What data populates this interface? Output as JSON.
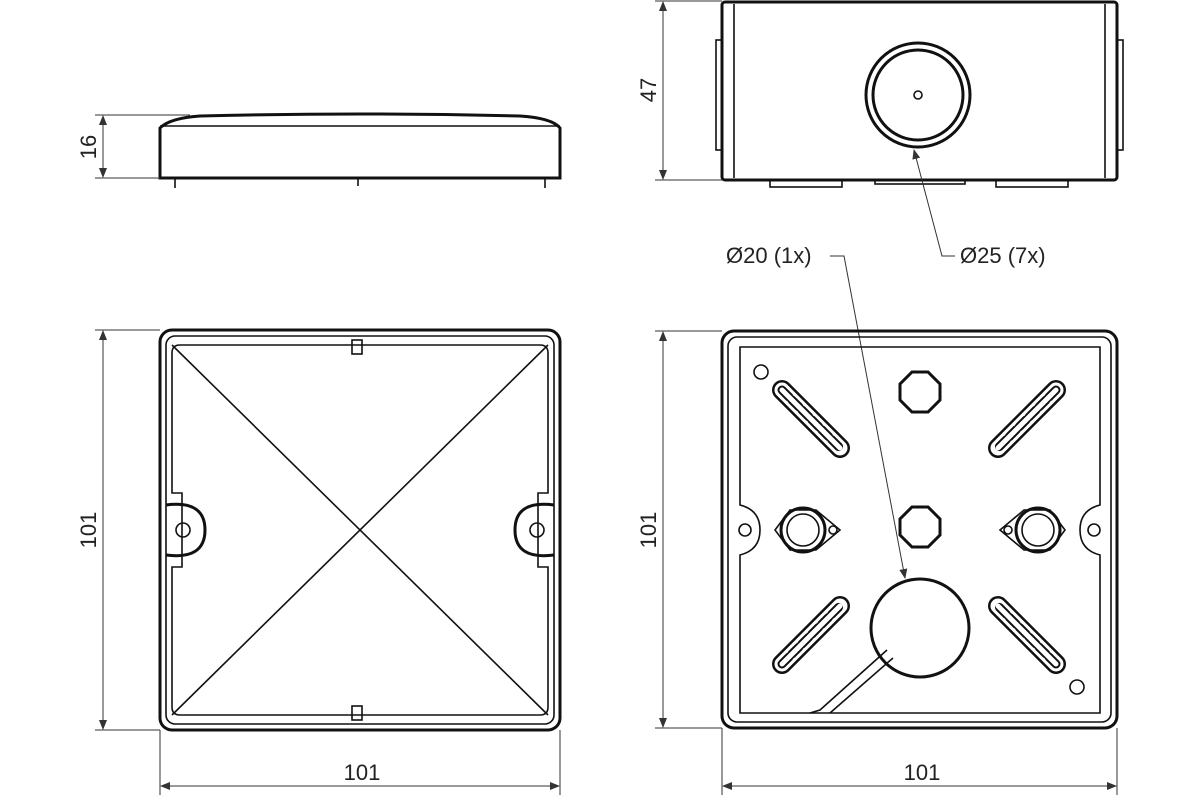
{
  "dimensions": {
    "lid_height": "16",
    "box_height": "47",
    "lid_depth": "101",
    "lid_width": "101",
    "box_depth": "101",
    "box_width": "101"
  },
  "callouts": {
    "small_knockout": "Ø20 (1x)",
    "large_knockout": "Ø25 (7x)"
  },
  "colors": {
    "line": "#111111",
    "dimension": "#333333"
  }
}
